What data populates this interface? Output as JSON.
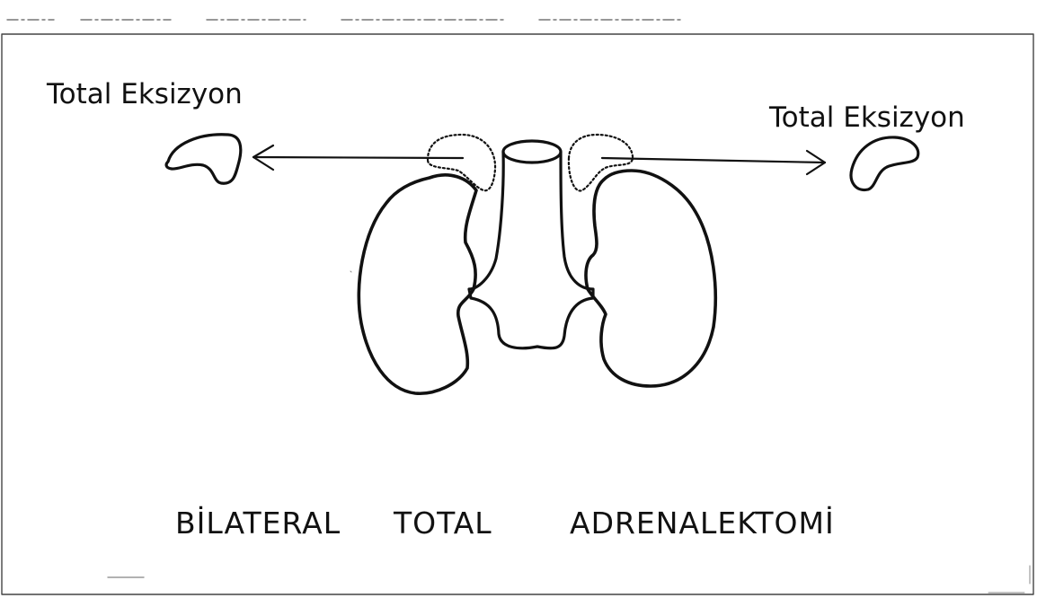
{
  "labels": {
    "left_excision": "Total Eksizyon",
    "right_excision": "Total Eksizyon"
  },
  "caption": {
    "word1": "BİLATERAL",
    "word2": "TOTAL",
    "word3": "ADRENALEKTOMİ"
  },
  "colors": {
    "ink": "#111111",
    "background": "#ffffff"
  },
  "icons": {
    "arrow_left": "arrow-left-icon",
    "arrow_right": "arrow-right-icon"
  }
}
